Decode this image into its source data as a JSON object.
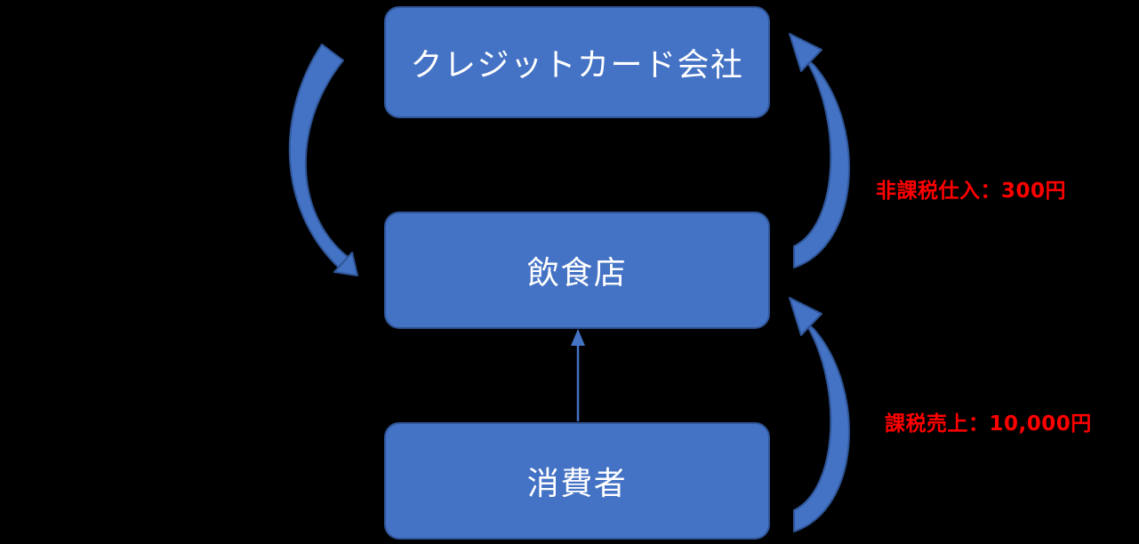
{
  "diagram": {
    "nodes": [
      {
        "id": "credit-card-company",
        "label": "クレジットカード会社"
      },
      {
        "id": "restaurant",
        "label": "飲食店"
      },
      {
        "id": "consumer",
        "label": "消費者"
      }
    ],
    "flow_labels": [
      {
        "id": "nontaxable-purchase",
        "text": "非課税仕入：300円"
      },
      {
        "id": "taxable-sales",
        "text": "課税売上：10,000円"
      }
    ],
    "arrows": [
      {
        "id": "credit-to-restaurant",
        "from": "credit-card-company",
        "to": "restaurant",
        "style": "curved-left-down"
      },
      {
        "id": "restaurant-to-credit",
        "from": "restaurant",
        "to": "credit-card-company",
        "style": "curved-right-up"
      },
      {
        "id": "consumer-to-restaurant-curved",
        "from": "consumer",
        "to": "restaurant",
        "style": "curved-right-up"
      },
      {
        "id": "consumer-to-restaurant-straight",
        "from": "consumer",
        "to": "restaurant",
        "style": "straight-up"
      }
    ],
    "colors": {
      "bg": "#000000",
      "node-fill": "#4472C4",
      "node-border": "#2F5597",
      "node-text": "#FFFFFF",
      "arrow-fill": "#4472C4",
      "arrow-border": "#2F5597",
      "label-red": "#FF0000"
    }
  }
}
